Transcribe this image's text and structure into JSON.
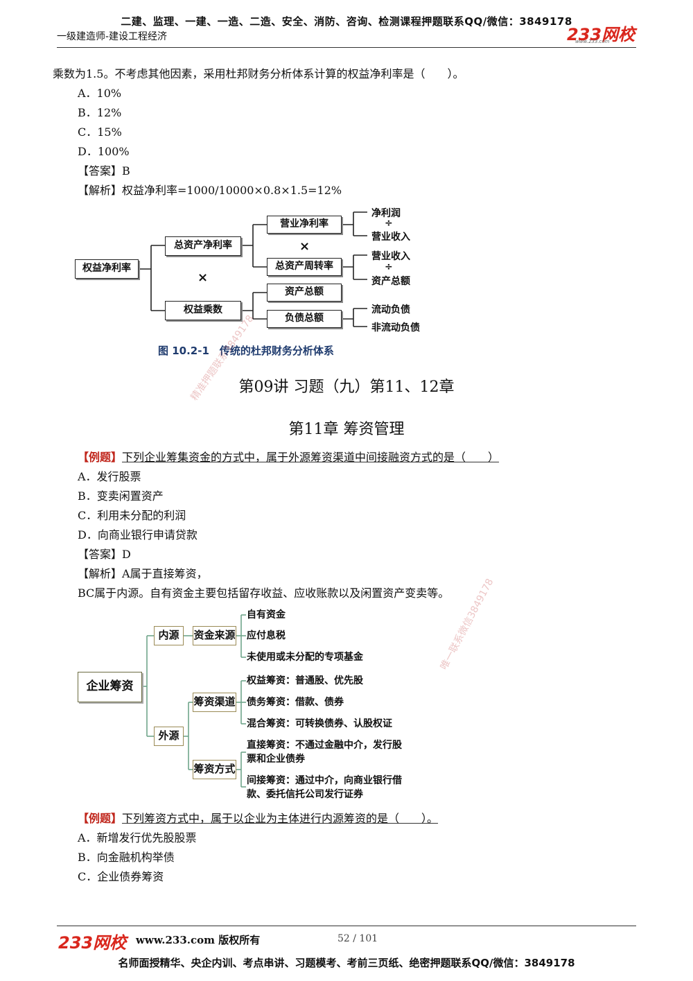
{
  "header": {
    "ad_line": "二建、监理、一建、一造、二造、安全、消防、咨询、检测课程押题联系QQ/微信：3849178",
    "subtitle": "一级建造师-建设工程经济",
    "logo_text": "233网校",
    "logo_url": "www.233.com"
  },
  "q1": {
    "stem_tail": "乘数为1.5。不考虑其他因素，采用杜邦财务分析体系计算的权益净利率是（　　）。",
    "options": [
      "A．10%",
      "B．12%",
      "C．15%",
      "D．100%"
    ],
    "answer": "【答案】B",
    "analysis_tag": "【解析】",
    "analysis": "权益净利率=1000/10000×0.8×1.5=12%"
  },
  "dupont": {
    "root": "权益净利率",
    "roa": "总资产净利率",
    "equity_mult": "权益乘数",
    "times": "×",
    "net_margin": "营业净利率",
    "turnover": "总资产周转率",
    "total_assets": "资产总额",
    "total_liab": "负债总额",
    "net_profit": "净利润",
    "div": "÷",
    "revenue1": "营业收入",
    "revenue2": "营业收入",
    "assets_total": "资产总额",
    "cur_liab": "流动负债",
    "noncur_liab": "非流动负债",
    "caption": "图 10.2-1　传统的杜邦财务分析体系"
  },
  "lecture_title": "第09讲 习题（九）第11、12章",
  "chapter_title": "第11章 筹资管理",
  "q2": {
    "tag": "【例题】",
    "stem": "下列企业筹集资金的方式中，属于外源筹资渠道中间接融资方式的是（　　）",
    "options": [
      "A．发行股票",
      "B．变卖闲置资产",
      "C．利用未分配的利润",
      "D．向商业银行申请贷款"
    ],
    "answer": "【答案】D",
    "analysis_tag": "【解析】",
    "analysis": "A属于直接筹资，",
    "analysis2": "BC属于内源。自有资金主要包括留存收益、应收账款以及闲置资产变卖等。"
  },
  "finance_tree": {
    "root": "企业筹资",
    "internal": "内源",
    "external": "外源",
    "fund_source": "资金来源",
    "fund_items": [
      "自有资金",
      "应付息税",
      "未使用或未分配的专项基金"
    ],
    "channel": "筹资渠道",
    "channel_items": [
      "权益筹资：普通股、优先股",
      "债务筹资：借款、债券",
      "混合筹资：可转换债券、认股权证"
    ],
    "method": "筹资方式",
    "direct_1": "直接筹资：不通过金融中介，发行股",
    "direct_2": "票和企业债券",
    "indirect_1": "间接筹资：通过中介，向商业银行借",
    "indirect_2": "款、委托信托公司发行证券"
  },
  "q3": {
    "tag": "【例题】",
    "stem": "下列筹资方式中，属于以企业为主体进行内源筹资的是（　　）。",
    "options": [
      "A．新增发行优先股股票",
      "B．向金融机构举债",
      "C．企业债券筹资"
    ]
  },
  "watermarks": [
    "精准押题联系3849178",
    "唯一联系微信3849178"
  ],
  "footer": {
    "logo_text": "233网校",
    "site": "www.233.com 版权所有",
    "page": "52 / 101",
    "ad_line": "名师面授精华、央企内训、考点串讲、习题模考、考前三页纸、绝密押题联系QQ/微信：3849178"
  }
}
